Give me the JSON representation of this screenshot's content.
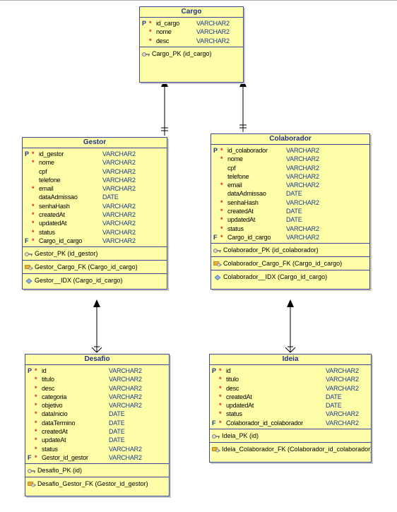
{
  "entities": {
    "cargo": {
      "title": "Cargo",
      "columns": [
        {
          "key": "P",
          "req": "*",
          "name": "id_cargo",
          "type": "VARCHAR2"
        },
        {
          "key": "",
          "req": "*",
          "name": "nome",
          "type": "VARCHAR2"
        },
        {
          "key": "",
          "req": "*",
          "name": "desc",
          "type": "VARCHAR2"
        }
      ],
      "pk": "Cargo_PK (id_cargo)"
    },
    "gestor": {
      "title": "Gestor",
      "columns": [
        {
          "key": "P",
          "req": "*",
          "name": "id_gestor",
          "type": "VARCHAR2"
        },
        {
          "key": "",
          "req": "*",
          "name": "nome",
          "type": "VARCHAR2"
        },
        {
          "key": "",
          "req": "",
          "name": "cpf",
          "type": "VARCHAR2"
        },
        {
          "key": "",
          "req": "",
          "name": "telefone",
          "type": "VARCHAR2"
        },
        {
          "key": "",
          "req": "*",
          "name": "email",
          "type": "VARCHAR2"
        },
        {
          "key": "",
          "req": "",
          "name": "dataAdmissao",
          "type": "DATE"
        },
        {
          "key": "",
          "req": "*",
          "name": "senhaHash",
          "type": "VARCHAR2"
        },
        {
          "key": "",
          "req": "*",
          "name": "createdAt",
          "type": "VARCHAR2"
        },
        {
          "key": "",
          "req": "*",
          "name": "updatedAt",
          "type": "VARCHAR2"
        },
        {
          "key": "",
          "req": "*",
          "name": "status",
          "type": "VARCHAR2"
        },
        {
          "key": "F",
          "req": "*",
          "name": "Cargo_id_cargo",
          "type": "VARCHAR2"
        }
      ],
      "pk": "Gestor_PK (id_gestor)",
      "fk": "Gestor_Cargo_FK (Cargo_id_cargo)",
      "idx": "Gestor__IDX (Cargo_id_cargo)"
    },
    "colaborador": {
      "title": "Colaborador",
      "columns": [
        {
          "key": "P",
          "req": "*",
          "name": "id_colaborador",
          "type": "VARCHAR2"
        },
        {
          "key": "",
          "req": "*",
          "name": "nome",
          "type": "VARCHAR2"
        },
        {
          "key": "",
          "req": "",
          "name": "cpf",
          "type": "VARCHAR2"
        },
        {
          "key": "",
          "req": "",
          "name": "telefone",
          "type": "VARCHAR2"
        },
        {
          "key": "",
          "req": "*",
          "name": "email",
          "type": "VARCHAR2"
        },
        {
          "key": "",
          "req": "",
          "name": "dataAdmissao",
          "type": "DATE"
        },
        {
          "key": "",
          "req": "*",
          "name": "senhaHash",
          "type": "VARCHAR2"
        },
        {
          "key": "",
          "req": "*",
          "name": "createdAt",
          "type": "DATE"
        },
        {
          "key": "",
          "req": "*",
          "name": "updatedAt",
          "type": "DATE"
        },
        {
          "key": "",
          "req": "*",
          "name": "status",
          "type": "VARCHAR2"
        },
        {
          "key": "F",
          "req": "*",
          "name": "Cargo_id_cargo",
          "type": "VARCHAR2"
        }
      ],
      "pk": "Colaborador_PK (id_colaborador)",
      "fk": "Colaborador_Cargo_FK (Cargo_id_cargo)",
      "idx": "Colaborador__IDX (Cargo_id_cargo)"
    },
    "desafio": {
      "title": "Desafio",
      "columns": [
        {
          "key": "P",
          "req": "*",
          "name": "id",
          "type": "VARCHAR2"
        },
        {
          "key": "",
          "req": "*",
          "name": "titulo",
          "type": "VARCHAR2"
        },
        {
          "key": "",
          "req": "*",
          "name": "desc",
          "type": "VARCHAR2"
        },
        {
          "key": "",
          "req": "*",
          "name": "categoria",
          "type": "VARCHAR2"
        },
        {
          "key": "",
          "req": "*",
          "name": "objetivo",
          "type": "VARCHAR2"
        },
        {
          "key": "",
          "req": "*",
          "name": "dataInicio",
          "type": "DATE"
        },
        {
          "key": "",
          "req": "*",
          "name": "dataTermino",
          "type": "DATE"
        },
        {
          "key": "",
          "req": "*",
          "name": "createdAt",
          "type": "DATE"
        },
        {
          "key": "",
          "req": "*",
          "name": "updateAt",
          "type": "DATE"
        },
        {
          "key": "",
          "req": "*",
          "name": "status",
          "type": "VARCHAR2"
        },
        {
          "key": "F",
          "req": "*",
          "name": "Gestor_id_gestor",
          "type": "VARCHAR2"
        }
      ],
      "pk": "Desafio_PK (id)",
      "fk": "Desafio_Gestor_FK (Gestor_id_gestor)"
    },
    "ideia": {
      "title": "Ideia",
      "columns": [
        {
          "key": "P",
          "req": "*",
          "name": "id",
          "type": "VARCHAR2"
        },
        {
          "key": "",
          "req": "*",
          "name": "titulo",
          "type": "VARCHAR2"
        },
        {
          "key": "",
          "req": "*",
          "name": "desc",
          "type": "VARCHAR2"
        },
        {
          "key": "",
          "req": "*",
          "name": "createdAt",
          "type": "DATE"
        },
        {
          "key": "",
          "req": "*",
          "name": "updatedAt",
          "type": "DATE"
        },
        {
          "key": "",
          "req": "*",
          "name": "status",
          "type": "VARCHAR2"
        },
        {
          "key": "F",
          "req": "*",
          "name": "Colaborador_id_colaborador",
          "type": "VARCHAR2"
        }
      ],
      "pk": "Ideia_PK (id)",
      "fk": "Ideia_Colaborador_FK (Colaborador_id_colaborador)"
    }
  },
  "colors": {
    "entity_fill": "#fefea8",
    "border": "#3a4a9a",
    "title_text": "#23318a",
    "required_marker": "#e0202a"
  }
}
